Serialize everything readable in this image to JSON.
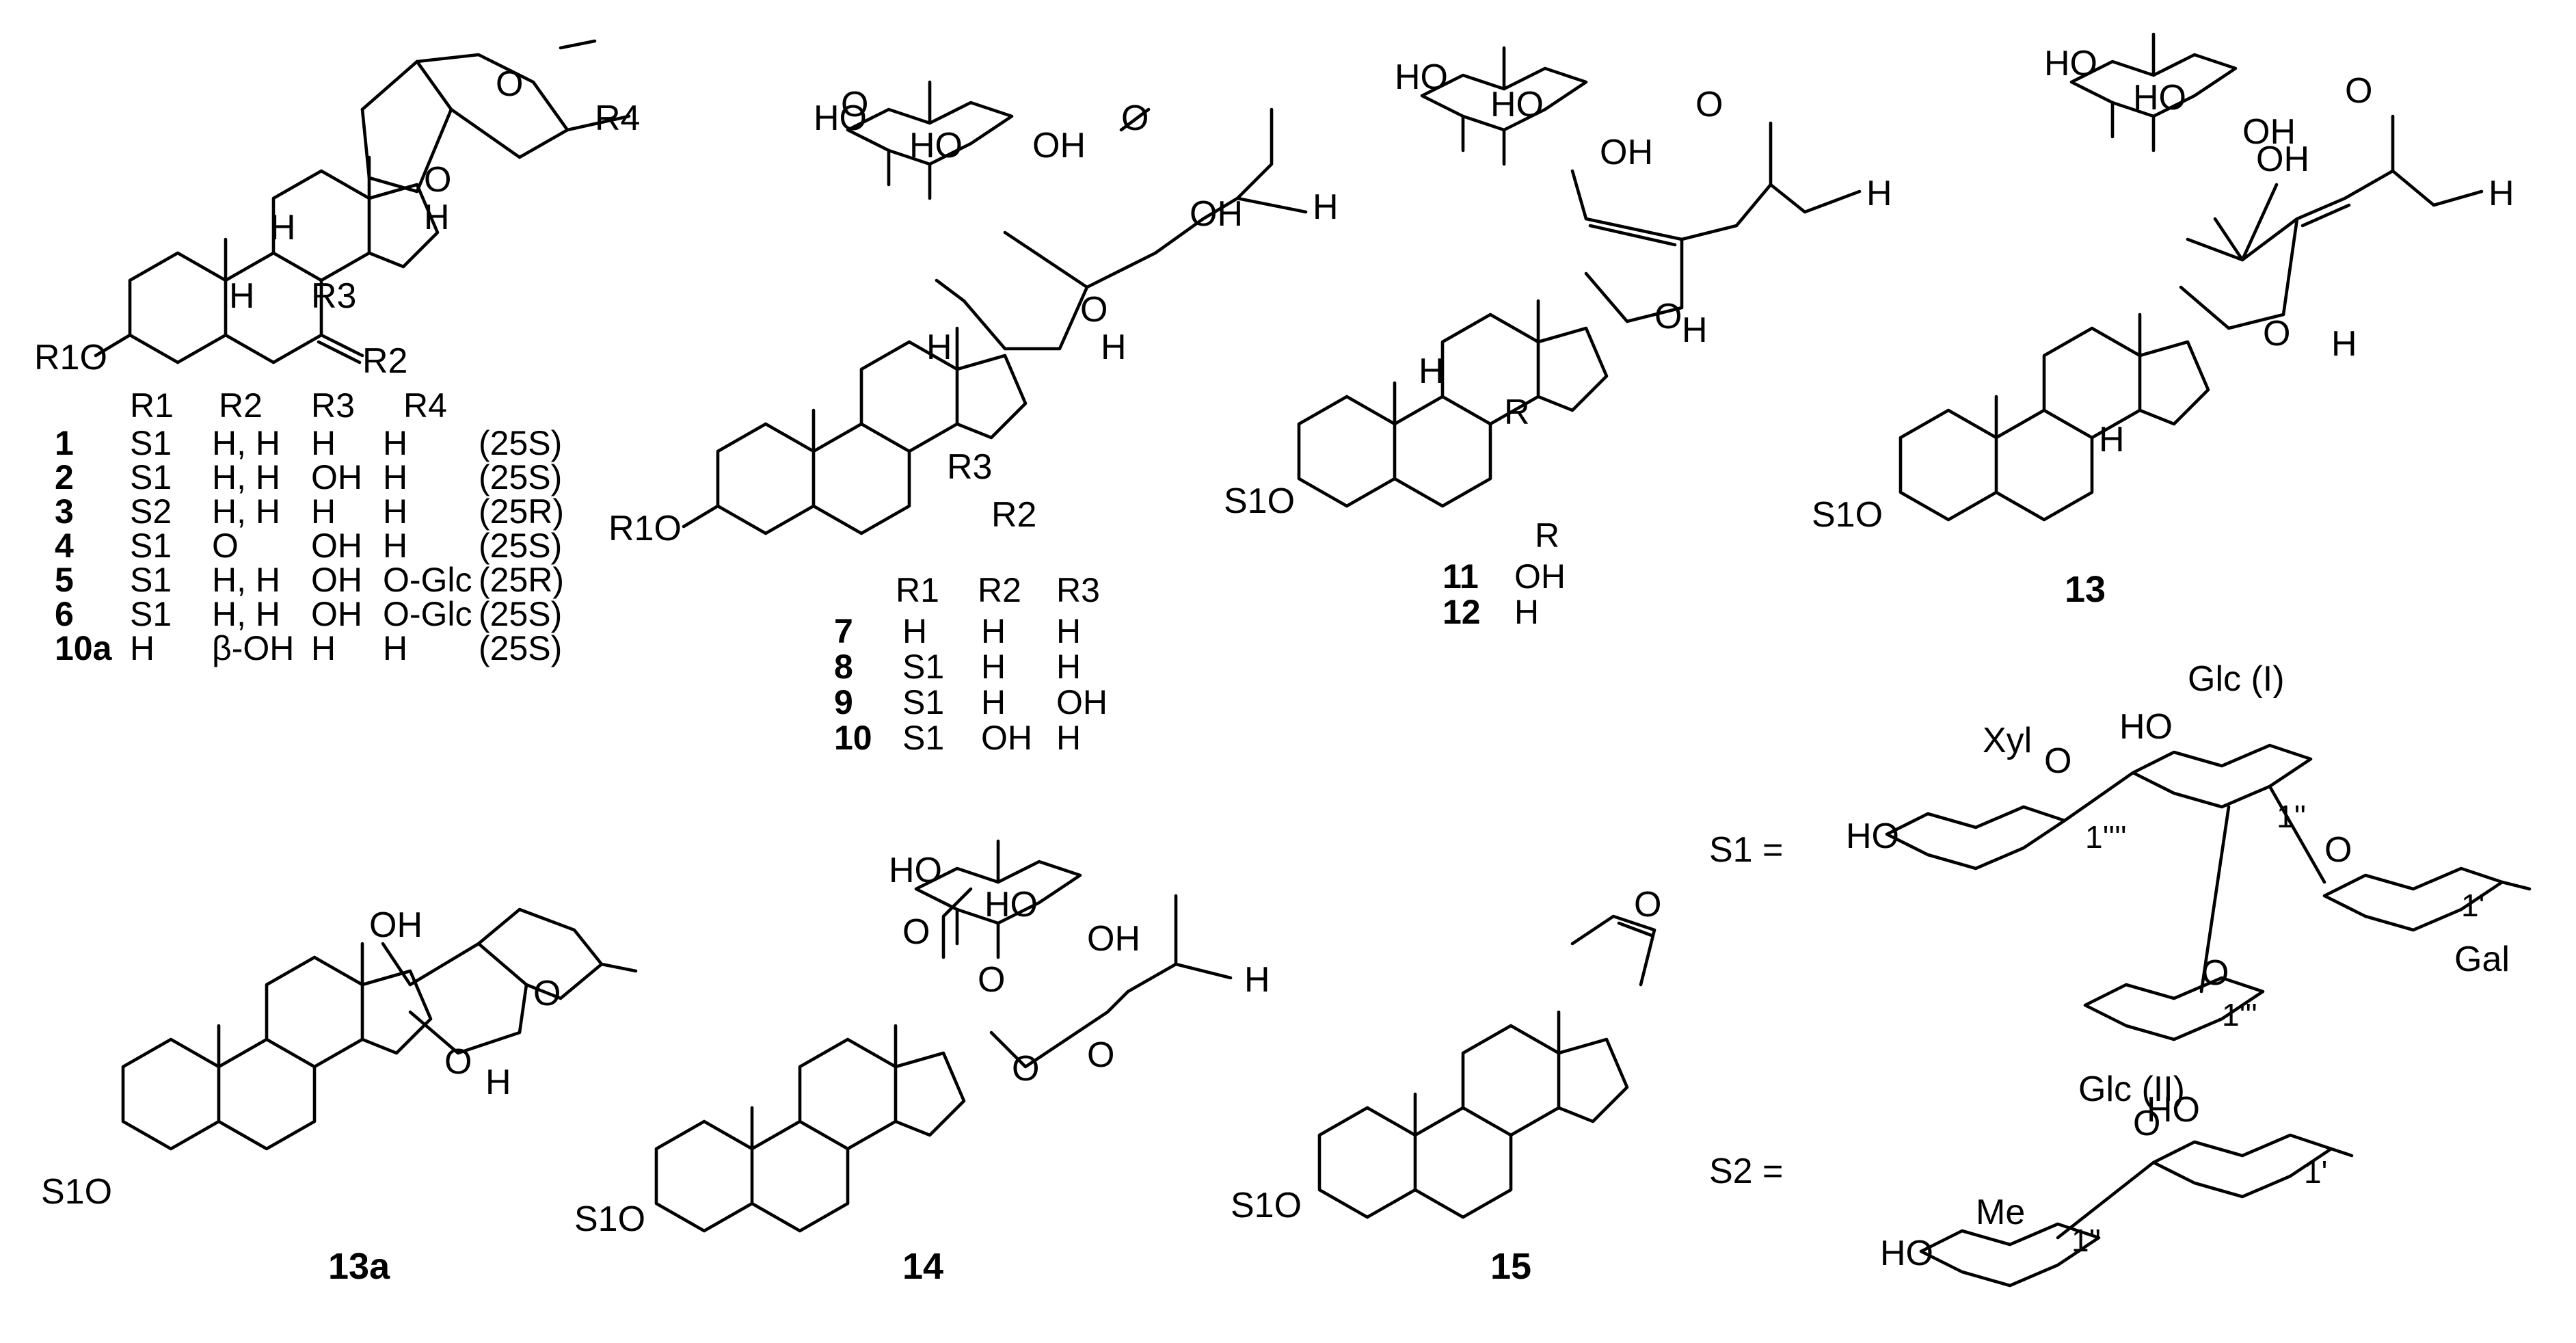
{
  "table_1_10a": {
    "headers": [
      "R1",
      "R2",
      "R3",
      "R4"
    ],
    "rows": [
      {
        "id": "1",
        "r1": "S1",
        "r2": "H, H",
        "r3": "H",
        "r4": "H",
        "config": "(25S)"
      },
      {
        "id": "2",
        "r1": "S1",
        "r2": "H, H",
        "r3": "OH",
        "r4": "H",
        "config": "(25S)"
      },
      {
        "id": "3",
        "r1": "S2",
        "r2": "H, H",
        "r3": "H",
        "r4": "H",
        "config": "(25R)"
      },
      {
        "id": "4",
        "r1": "S1",
        "r2": "O",
        "r3": "OH",
        "r4": "H",
        "config": "(25S)"
      },
      {
        "id": "5",
        "r1": "S1",
        "r2": "H, H",
        "r3": "OH",
        "r4": "O-Glc",
        "config": "(25R)"
      },
      {
        "id": "6",
        "r1": "S1",
        "r2": "H, H",
        "r3": "OH",
        "r4": "O-Glc",
        "config": "(25S)"
      },
      {
        "id": "10a",
        "r1": "H",
        "r2": "β-OH",
        "r3": "H",
        "r4": "H",
        "config": "(25S)"
      }
    ]
  },
  "table_7_10": {
    "headers": [
      "R1",
      "R2",
      "R3"
    ],
    "rows": [
      {
        "id": "7",
        "r1": "H",
        "r2": "H",
        "r3": "H"
      },
      {
        "id": "8",
        "r1": "S1",
        "r2": "H",
        "r3": "H"
      },
      {
        "id": "9",
        "r1": "S1",
        "r2": "H",
        "r3": "OH"
      },
      {
        "id": "10",
        "r1": "S1",
        "r2": "OH",
        "r3": "H"
      }
    ]
  },
  "table_11_12": {
    "header": "R",
    "rows": [
      {
        "id": "11",
        "r": "OH"
      },
      {
        "id": "12",
        "r": "H"
      }
    ]
  },
  "compound_labels": {
    "c13": "13",
    "c13a": "13a",
    "c14": "14",
    "c15": "15"
  },
  "substituent_labels": {
    "r1o": "R1O",
    "r2": "R2",
    "r3": "R3",
    "r4": "R4",
    "s1o": "S1O",
    "oh": "OH",
    "ho": "HO",
    "h": "H",
    "o": "O",
    "r": "R",
    "me": "Me"
  },
  "sugar_s1": {
    "label": "S1 =",
    "xyl": "Xyl",
    "glc1": "Glc (I)",
    "glc2": "Glc (II)",
    "gal": "Gal",
    "pos_1p": "1'",
    "pos_1pp": "1''",
    "pos_1ppp": "1'''",
    "pos_1pppp": "1''''"
  },
  "sugar_s2": {
    "label": "S2 =",
    "pos_1p": "1'",
    "pos_1pp": "1''"
  }
}
